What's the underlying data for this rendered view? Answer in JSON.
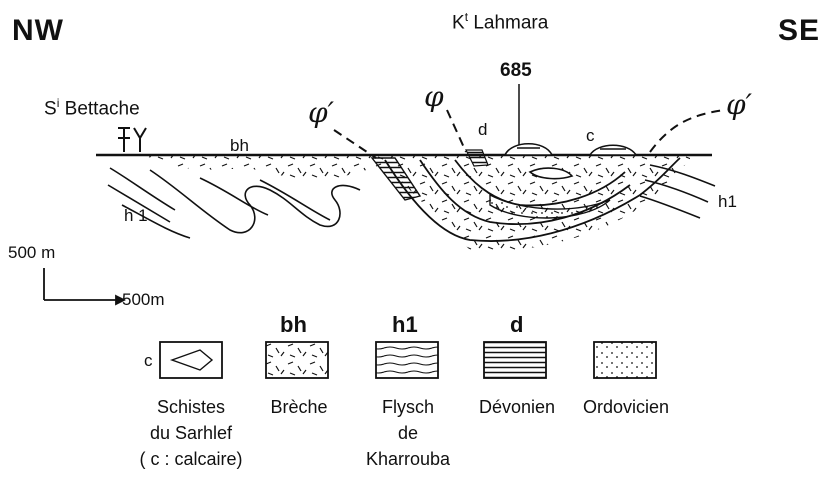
{
  "header": {
    "nw": "NW",
    "se": "SE",
    "place_main": "Lahmara",
    "place_main_prefix": "K",
    "place_main_sup": "t",
    "elevation": "685"
  },
  "section": {
    "village_prefix": "S",
    "village_sup": "i",
    "village_name": "Bettache",
    "fault_left_main": "φ′",
    "fault_center": "φ",
    "fault_right": "φ′",
    "label_bh": "bh",
    "label_h1_left": "h 1",
    "label_h1_right": "h1",
    "label_d": "d",
    "label_c": "c"
  },
  "scale": {
    "vertical": "500 m",
    "horizontal": "500m"
  },
  "legend": {
    "items": [
      {
        "code": "",
        "box_mark": "c",
        "label_lines": [
          "Schistes",
          "du Sarhlef",
          "( c : calcaire)"
        ]
      },
      {
        "code": "bh",
        "box_mark": "",
        "label_lines": [
          "Brèche"
        ]
      },
      {
        "code": "h1",
        "box_mark": "",
        "label_lines": [
          "Flysch",
          "de",
          "Kharrouba"
        ]
      },
      {
        "code": "d",
        "box_mark": "",
        "label_lines": [
          "Dévonien"
        ]
      },
      {
        "code": "",
        "box_mark": "",
        "label_lines": [
          "Ordovicien"
        ]
      }
    ]
  }
}
